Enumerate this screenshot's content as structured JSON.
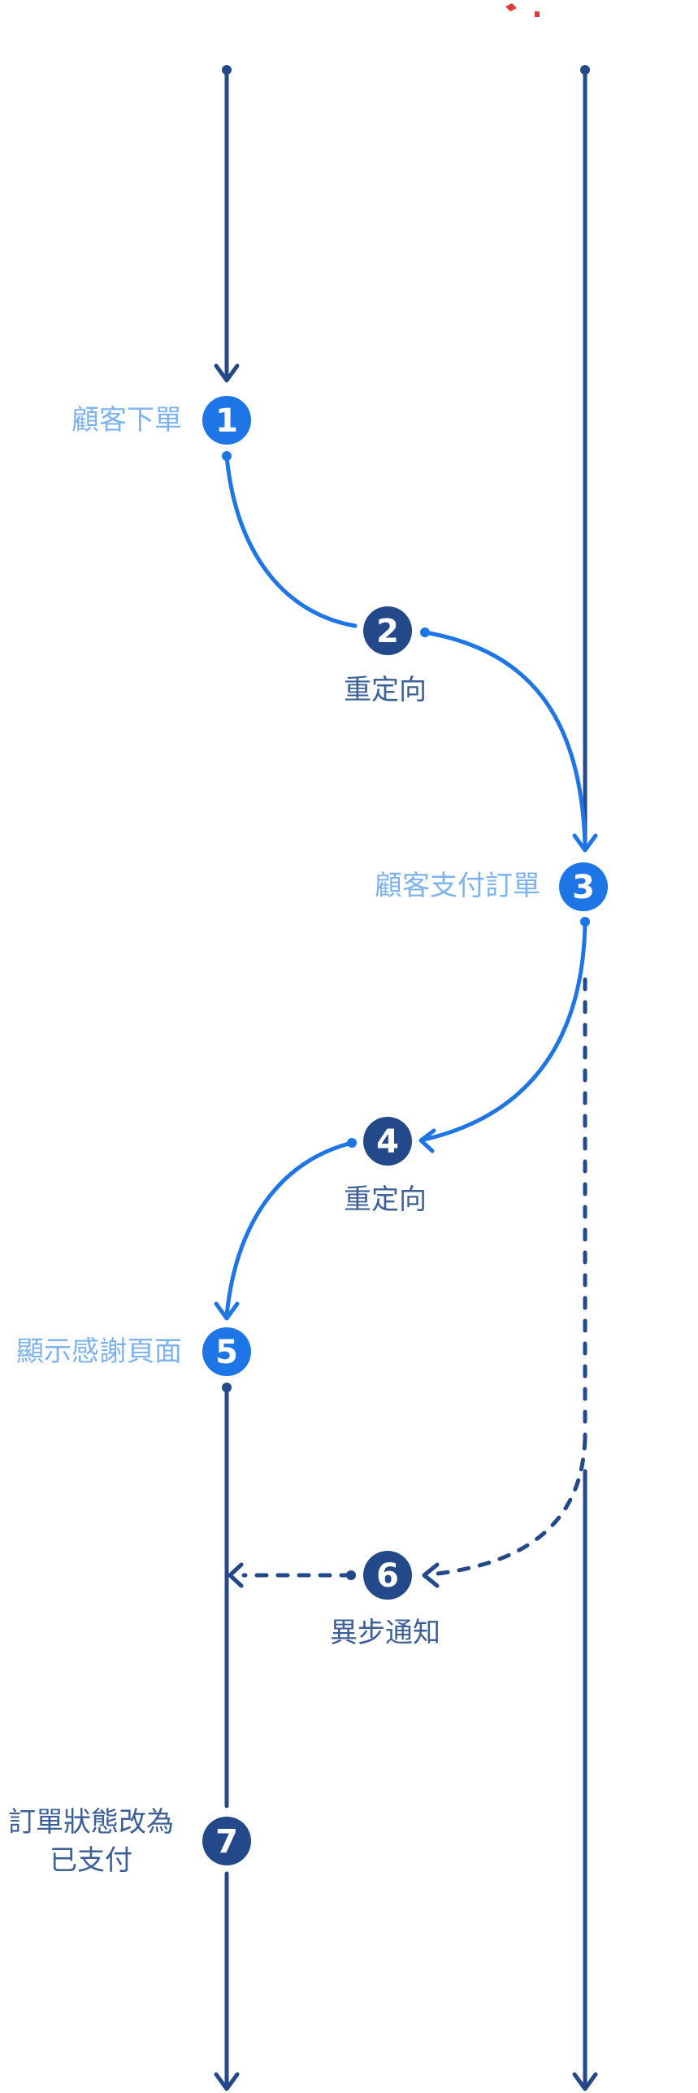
{
  "colors": {
    "primary": "#1E75E5",
    "dark": "#24498A",
    "label_light": "#7DB3EE",
    "label_dark": "#3D5F97",
    "mark": "#E23A3A"
  },
  "steps": [
    {
      "number": "1",
      "label": "顧客下單"
    },
    {
      "number": "2",
      "label": "重定向"
    },
    {
      "number": "3",
      "label": "顧客支付訂單"
    },
    {
      "number": "4",
      "label": "重定向"
    },
    {
      "number": "5",
      "label": "顯示感謝頁面"
    },
    {
      "number": "6",
      "label": "異步通知"
    },
    {
      "number": "7",
      "label_line1": "訂單狀態改為",
      "label_line2": "已支付"
    }
  ]
}
